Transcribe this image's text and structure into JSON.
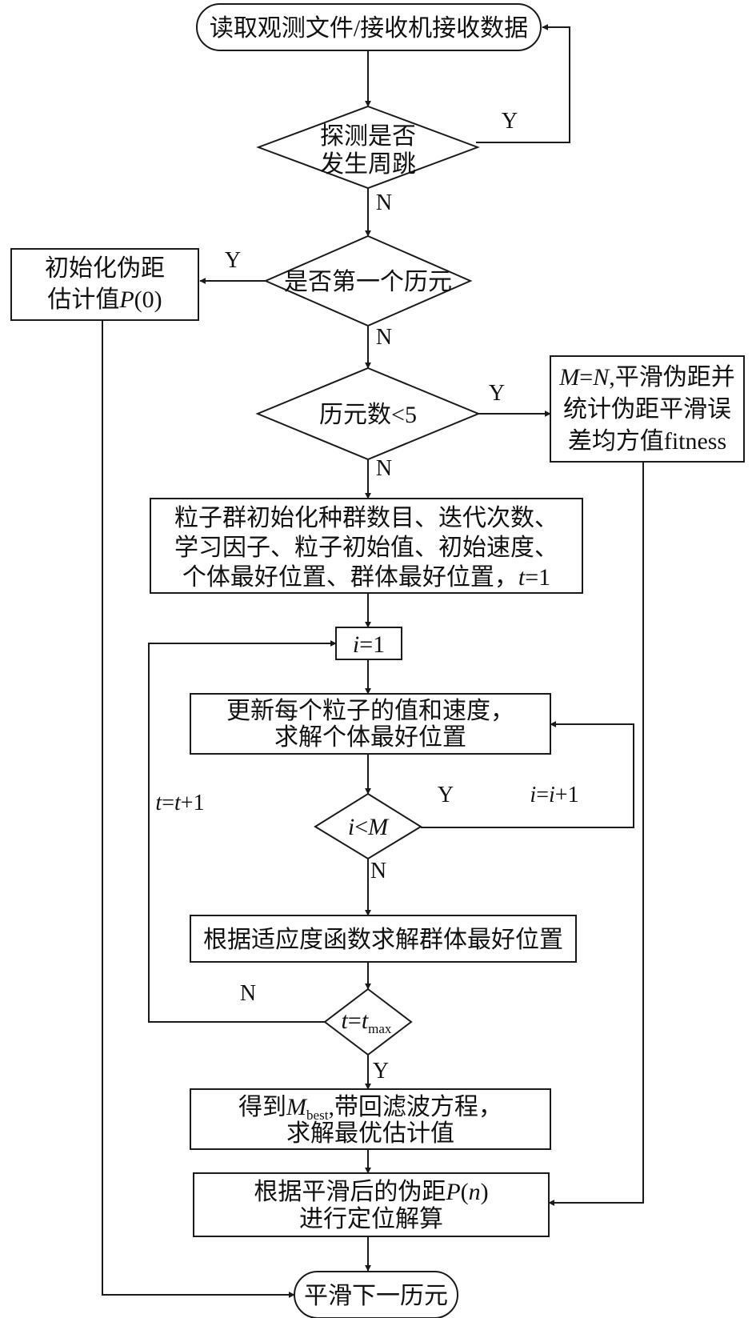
{
  "nodes": {
    "read_data": "读取观测文件/接收机接收数据",
    "detect_slip": {
      "line1": "探测是否",
      "line2": "发生周跳"
    },
    "first_epoch": "是否第一个历元",
    "init_pseudo": {
      "line1": "初始化伪距",
      "line2_prefix": "估计值",
      "line2_var": "P",
      "line2_suffix": "(0)"
    },
    "epoch_lt5": "历元数<5",
    "smooth_stats": {
      "line1_var1": "M",
      "line1_eq": "=",
      "line1_var2": "N",
      "line1_rest": ",平滑伪距并",
      "line2": "统计伪距平滑误",
      "line3": "差均方值fitness"
    },
    "pso_init": {
      "line1": "粒子群初始化种群数目、迭代次数、",
      "line2": "学习因子、粒子初始值、初始速度、",
      "line3_prefix": "个体最好位置、群体最好位置，",
      "line3_var": "t",
      "line3_suffix": "=1"
    },
    "i_init": {
      "var": "i",
      "suffix": "=1"
    },
    "update_particles": {
      "line1": "更新每个粒子的值和速度，",
      "line2": "求解个体最好位置"
    },
    "i_lt_M": {
      "var1": "i",
      "op": "<",
      "var2": "M"
    },
    "global_best": "根据适应度函数求解群体最好位置",
    "t_eq_tmax": {
      "var1": "t",
      "op": "=",
      "var2": "t",
      "sub": "max"
    },
    "get_mbest": {
      "prefix": "得到",
      "var": "M",
      "sub": "best",
      "rest": ",带回滤波方程，",
      "line2": "求解最优估计值"
    },
    "positioning": {
      "line1_prefix": "根据平滑后的伪距",
      "line1_var": "P",
      "line1_paren_open": "(",
      "line1_var2": "n",
      "line1_paren_close": ")",
      "line2": "进行定位解算"
    },
    "smooth_next": "平滑下一历元"
  },
  "edge_labels": {
    "slip_yes": "Y",
    "slip_no": "N",
    "first_yes": "Y",
    "first_no": "N",
    "lt5_yes": "Y",
    "lt5_no": "N",
    "iM_yes": "Y",
    "iM_no": "N",
    "i_increment": {
      "var1": "i",
      "eq": "=",
      "var2": "i",
      "rest": "+1"
    },
    "t_increment": {
      "var1": "t",
      "eq": "=",
      "var2": "t",
      "rest": "+1"
    },
    "tmax_no": "N",
    "tmax_yes": "Y"
  }
}
